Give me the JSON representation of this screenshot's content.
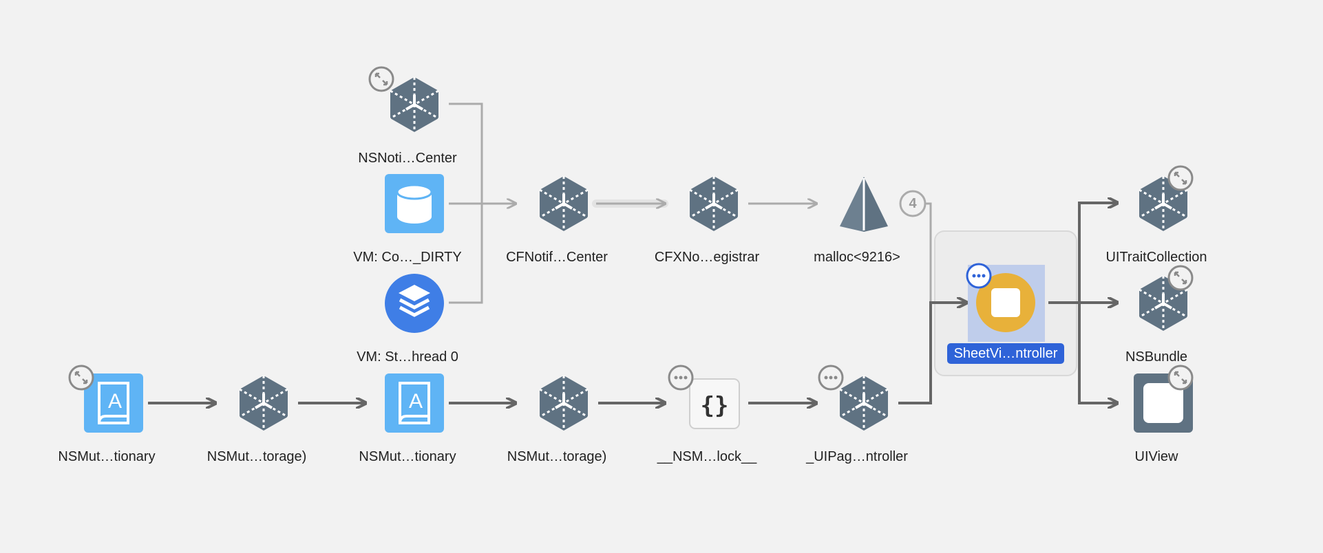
{
  "nodes": {
    "ns_noti_center": "NSNoti…Center",
    "vm_co_dirty": "VM: Co…_DIRTY",
    "vm_st_hread0": "VM: St…hread 0",
    "cf_notif_center": "CFNotif…Center",
    "cfx_no_registrar": "CFXNo…egistrar",
    "malloc": "malloc<9216>",
    "malloc_count": "4",
    "sheet_vi_controller": "SheetVi…ntroller",
    "ui_trait_collection": "UITraitCollection",
    "ns_bundle": "NSBundle",
    "ui_view": "UIView",
    "nsmut_tionary_1": "NSMut…tionary",
    "nsmut_torage_1": "NSMut…torage)",
    "nsmut_tionary_2": "NSMut…tionary",
    "nsmut_torage_2": "NSMut…torage)",
    "nsm_lock": "__NSM…lock__",
    "uipag_ntroller": "_UIPag…ntroller"
  },
  "icons": {
    "object": "cube-object-icon",
    "database": "database-icon",
    "stack": "stack-layers-icon",
    "malloc": "pyramid-icon",
    "dictionary": "dictionary-book-icon",
    "block": "curly-braces-icon",
    "view": "view-square-icon",
    "expand": "expand-icon",
    "more": "more-icon"
  },
  "colors": {
    "background": "#f2f2f2",
    "object_icon": "#5f7282",
    "blue_tile": "#5fb4f5",
    "selection": "#2f63d8",
    "selected_node": "#e8b13a",
    "edge_dark": "#666666",
    "edge_light": "#ababab"
  }
}
